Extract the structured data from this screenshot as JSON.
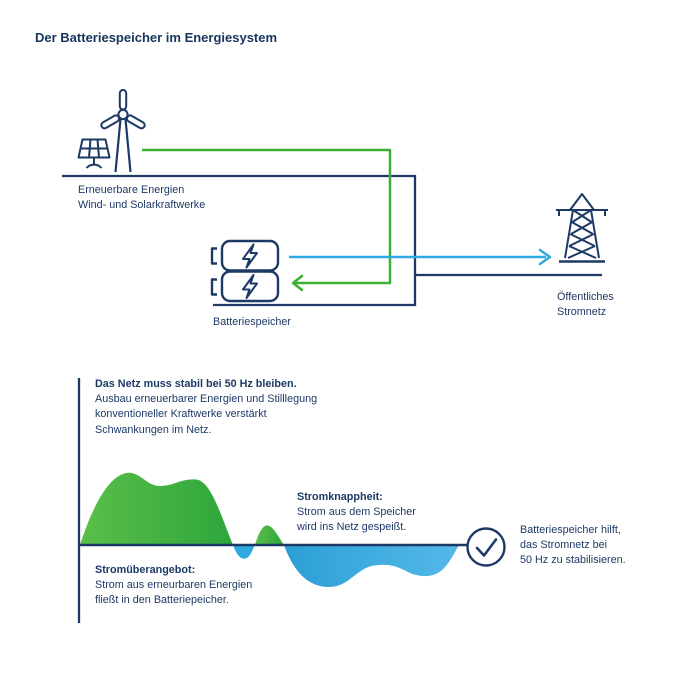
{
  "title": "Der Batteriespeicher im Energiesystem",
  "colors": {
    "navy": "#1d3a66",
    "green": "#3cb035",
    "blue": "#2fa9e0"
  },
  "diagram": {
    "renewables": {
      "label_line1": "Erneuerbare Energien",
      "label_line2": "Wind- und Solarkraftwerke",
      "icons": [
        "wind-turbine",
        "solar-panel"
      ]
    },
    "battery": {
      "label": "Batteriespeicher",
      "icon": "battery-cells-with-lightning-bolt"
    },
    "grid": {
      "label_line1": "Öffentliches",
      "label_line2": "Stromnetz",
      "icon": "transmission-tower"
    },
    "flows": {
      "green_flow": "Erneuerbare Energien zum Batteriespeicher",
      "blue_flow": "Batteriespeicher ins öffentliche Stromnetz"
    }
  },
  "chart": {
    "stability_note": {
      "heading": "Das Netz muss stabil bei 50 Hz bleiben.",
      "line1": "Ausbau erneuerbarer Energien und Stilllegung",
      "line2": "konventioneller Kraftwerke verstärkt",
      "line3": "Schwankungen im Netz."
    },
    "oversupply": {
      "heading": "Stromüberangebot:",
      "line1": "Strom aus erneurbaren Energien",
      "line2": "fließt in den Batteriepeicher."
    },
    "shortage": {
      "heading": "Stromknappheit:",
      "line1": "Strom aus dem Speicher",
      "line2": "wird ins Netz gespeißt."
    },
    "stabilize": {
      "line1": "Batteriespeicher hilft,",
      "line2": "das Stromnetz bei",
      "line3": "50 Hz zu stabilisieren."
    },
    "wave_meaning": "Grüne Fläche über der Linie = Stromüberangebot, blaue Fläche unter der Linie = Stromknappheit, Linie = stabile 50 Hz"
  }
}
